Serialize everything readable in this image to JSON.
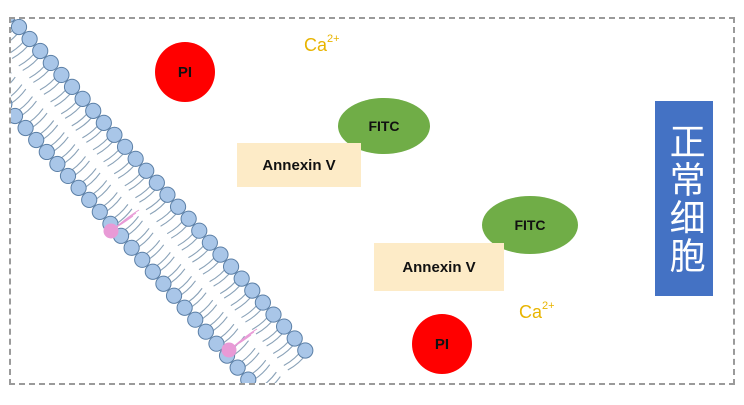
{
  "diagram": {
    "status_label": "正常细胞",
    "pi_label": "PI",
    "fitc_label": "FITC",
    "annexin_label": "Annexin V",
    "calcium": {
      "symbol": "Ca",
      "charge": "2+"
    },
    "colors": {
      "membrane_head": "#a9c6e8",
      "membrane_head_stroke": "#5b7fa6",
      "tail": "#8aa2b8",
      "pi": "#ff0000",
      "fitc": "#70ad47",
      "annexin_box": "#fdebc7",
      "calcium": "#e8b400",
      "status_box": "#4472c4",
      "phosphatidylserine": "#e89ad6"
    }
  }
}
